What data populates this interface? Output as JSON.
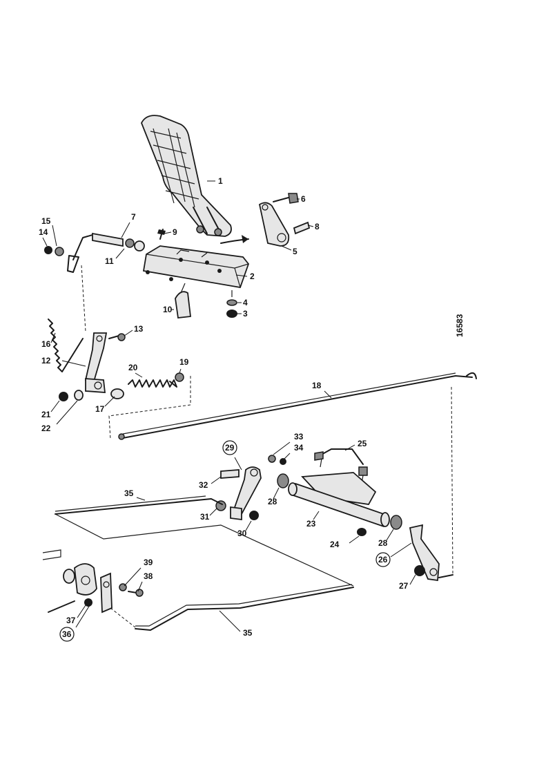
{
  "diagram": {
    "ref_code": "16583",
    "labels": [
      "1",
      "2",
      "3",
      "4",
      "5",
      "6",
      "7",
      "8",
      "9",
      "10",
      "11",
      "12",
      "13",
      "14",
      "15",
      "16",
      "17",
      "18",
      "19",
      "20",
      "21",
      "22",
      "23",
      "24",
      "25",
      "26",
      "27",
      "28",
      "28",
      "29",
      "30",
      "31",
      "32",
      "33",
      "34",
      "35",
      "35",
      "36",
      "37",
      "38",
      "39"
    ],
    "circled": [
      "26",
      "29",
      "36"
    ]
  }
}
